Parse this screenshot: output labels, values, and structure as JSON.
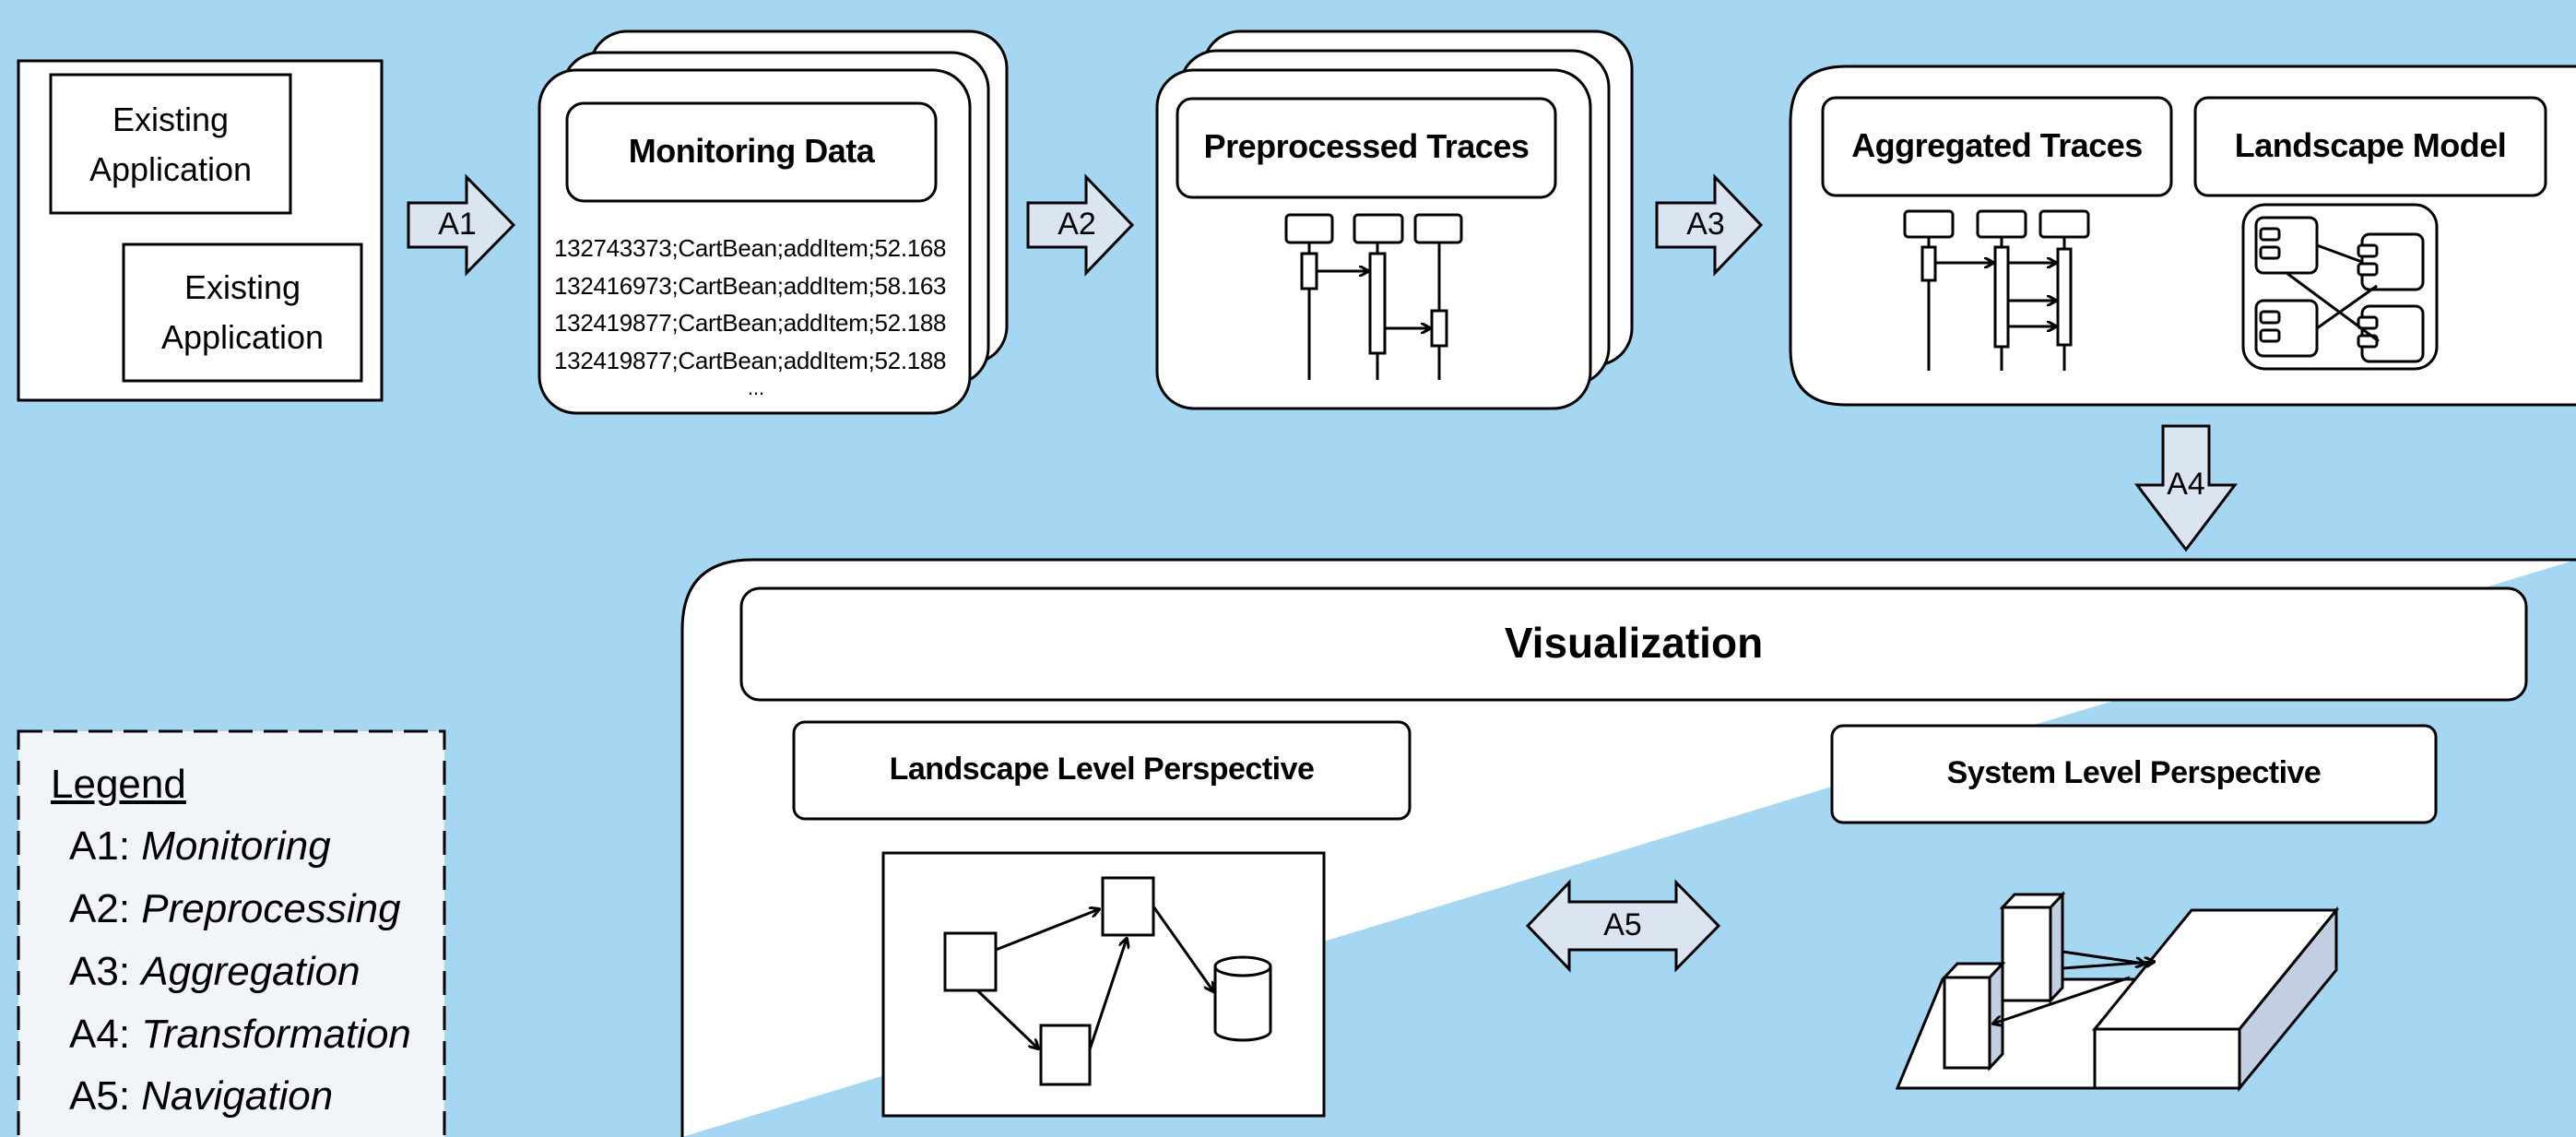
{
  "source": {
    "app_top": "Existing Application",
    "app_bottom": "Existing Application"
  },
  "monitoring": {
    "title": "Monitoring Data",
    "records": [
      "132743373;CartBean;addItem;52.168",
      "132416973;CartBean;addItem;58.163",
      "132419877;CartBean;addItem;52.188",
      "132419877;CartBean;addItem;52.188"
    ],
    "ellipsis": "..."
  },
  "preprocessed": {
    "title": "Preprocessed Traces"
  },
  "aggregation": {
    "traces_title": "Aggregated Traces",
    "landscape_title": "Landscape Model"
  },
  "visualization": {
    "title": "Visualization",
    "landscape_perspective": "Landscape Level Perspective",
    "system_perspective": "System Level Perspective"
  },
  "arrows": {
    "a1": "A1",
    "a2": "A2",
    "a3": "A3",
    "a4": "A4",
    "a5": "A5"
  },
  "legend": {
    "heading": "Legend",
    "items": [
      {
        "code": "A1:",
        "name": "Monitoring"
      },
      {
        "code": "A2:",
        "name": "Preprocessing"
      },
      {
        "code": "A3:",
        "name": "Aggregation"
      },
      {
        "code": "A4:",
        "name": "Transformation"
      },
      {
        "code": "A5:",
        "name": "Navigation"
      }
    ]
  },
  "colors": {
    "background": "#a5d7f2",
    "box_fill": "#ffffff",
    "arrow_fill": "#dbe4f1",
    "legend_fill": "#f1f5fa",
    "cuboid_side": "#c2cfe3",
    "stroke": "#000000"
  }
}
